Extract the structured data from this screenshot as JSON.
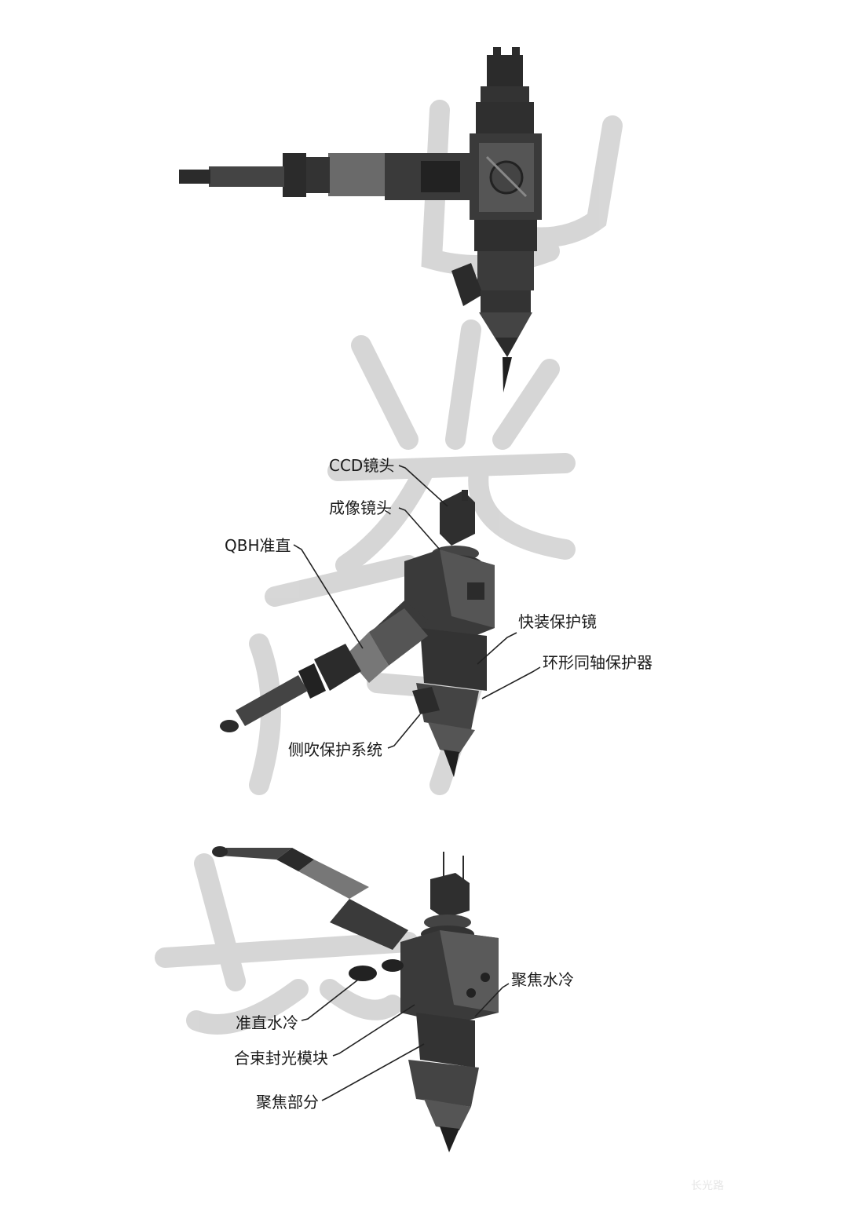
{
  "watermark": {
    "text": "长光路",
    "color": "#cfcfcf"
  },
  "views": [
    {
      "name": "top-view",
      "labels": []
    },
    {
      "name": "iso-view-1",
      "labels": [
        {
          "id": "ccd-lens",
          "text": "CCD镜头"
        },
        {
          "id": "imaging-lens",
          "text": "成像镜头"
        },
        {
          "id": "qbh-collimator",
          "text": "QBH准直"
        },
        {
          "id": "quick-protective-lens",
          "text": "快装保护镜"
        },
        {
          "id": "ring-coaxial-protector",
          "text": "环形同轴保护器"
        },
        {
          "id": "side-blow-protection",
          "text": "侧吹保护系统"
        }
      ]
    },
    {
      "name": "iso-view-2",
      "labels": [
        {
          "id": "focus-water-cooling",
          "text": "聚焦水冷"
        },
        {
          "id": "collimation-water-cooling",
          "text": "准直水冷"
        },
        {
          "id": "beam-combine-seal-module",
          "text": "合束封光模块"
        },
        {
          "id": "focus-section",
          "text": "聚焦部分"
        }
      ]
    }
  ],
  "colors": {
    "metal_dark": "#2b2b2b",
    "metal_mid": "#4a4a4a",
    "metal_light": "#8a8a8a",
    "leader": "#222222"
  }
}
